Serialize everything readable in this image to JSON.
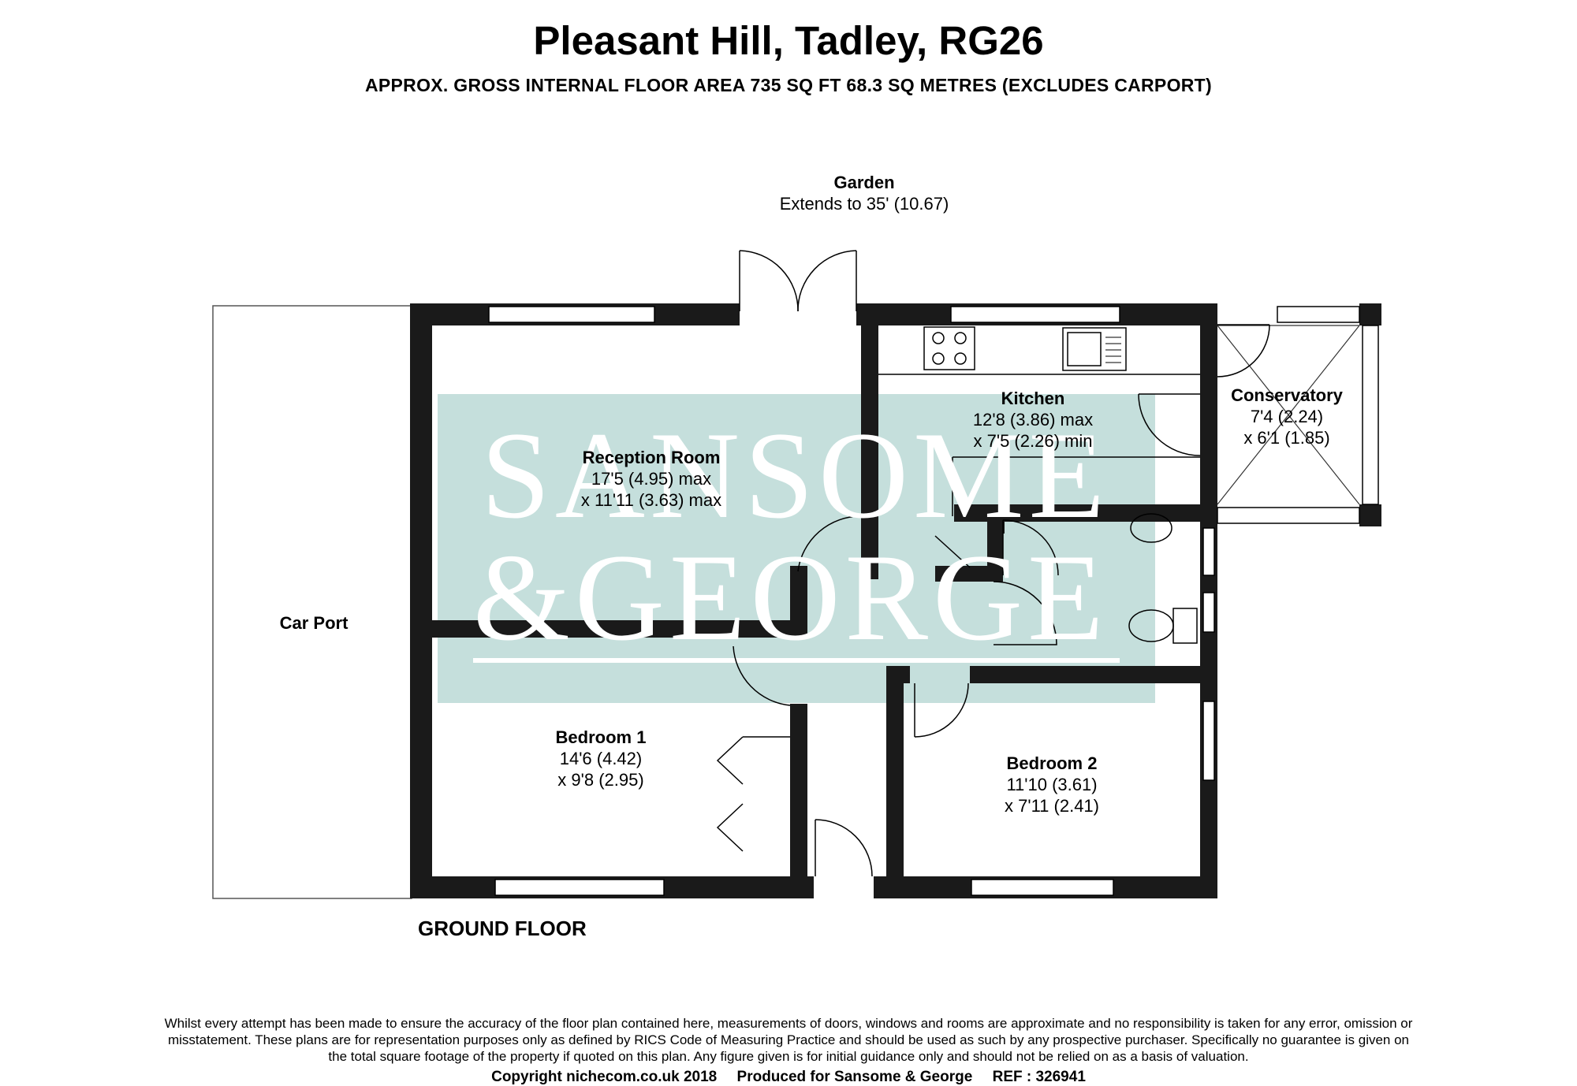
{
  "header": {
    "title": "Pleasant Hill, Tadley, RG26",
    "subtitle": "APPROX. GROSS INTERNAL FLOOR AREA 735 SQ FT 68.3 SQ METRES (EXCLUDES CARPORT)"
  },
  "garden": {
    "name": "Garden",
    "dims": "Extends to 35' (10.67)"
  },
  "car_port": {
    "name": "Car Port"
  },
  "rooms": {
    "reception": {
      "name": "Reception Room",
      "dim1": "17'5 (4.95) max",
      "dim2": "x 11'11 (3.63) max"
    },
    "kitchen": {
      "name": "Kitchen",
      "dim1": "12'8 (3.86) max",
      "dim2": "x 7'5 (2.26) min"
    },
    "conservatory": {
      "name": "Conservatory",
      "dim1": "7'4 (2.24)",
      "dim2": "x 6'1 (1.85)"
    },
    "bedroom1": {
      "name": "Bedroom 1",
      "dim1": "14'6 (4.42)",
      "dim2": "x 9'8 (2.95)"
    },
    "bedroom2": {
      "name": "Bedroom 2",
      "dim1": "11'10 (3.61)",
      "dim2": "x 7'11 (2.41)"
    }
  },
  "watermark": {
    "line1": "SANSOME",
    "line2": "&GEORGE",
    "color": "#c5dfdc"
  },
  "floor_label": "GROUND FLOOR",
  "colors": {
    "wall": "#1a1a1a",
    "window": "#ffffff",
    "line": "#000000"
  },
  "footer": {
    "disclaimer": "Whilst every attempt has been made to ensure the accuracy of the floor plan contained here, measurements of doors, windows and rooms are approximate and no responsibility is taken for any error, omission or misstatement. These plans are for representation purposes only as defined by RICS Code of Measuring Practice and should be used as such by any prospective purchaser. Specifically no guarantee is given on the total square footage of the property if quoted on this plan. Any figure given is for initial guidance only and should not be relied on as a basis of valuation.",
    "copyright": "Copyright nichecom.co.uk 2018",
    "produced_for": "Produced for Sansome & George",
    "ref": "REF : 326941"
  }
}
